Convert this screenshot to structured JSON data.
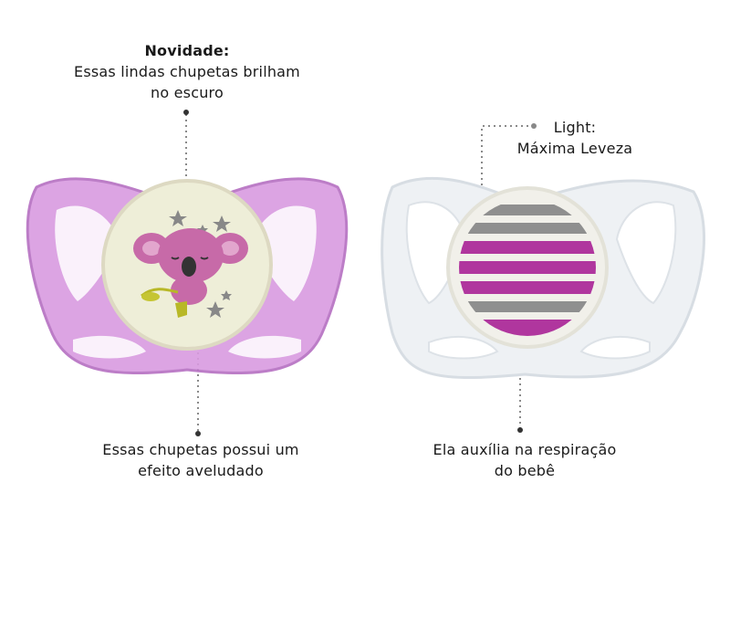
{
  "captions": {
    "novidade": {
      "title": "Novidade:",
      "line1": "Essas lindas chupetas brilham",
      "line2": "no escuro"
    },
    "light": {
      "title": "Light:",
      "line1": "Máxima Leveza"
    },
    "velvet": {
      "line1": "Essas chupetas possui um",
      "line2": "efeito aveludado"
    },
    "breathing": {
      "line1": "Ela auxília na respiração",
      "line2": "do bebê"
    }
  },
  "colors": {
    "pink_shield": "#d99be0",
    "pink_dark": "#b56fc2",
    "glow_button": "#eeeed8",
    "stripe_magenta": "#b0369e",
    "stripe_gray": "#8f8f8f",
    "koala": "#c76aa8",
    "clear_shield": "#eef1f4",
    "dotted_line": "#8a8a8a"
  }
}
